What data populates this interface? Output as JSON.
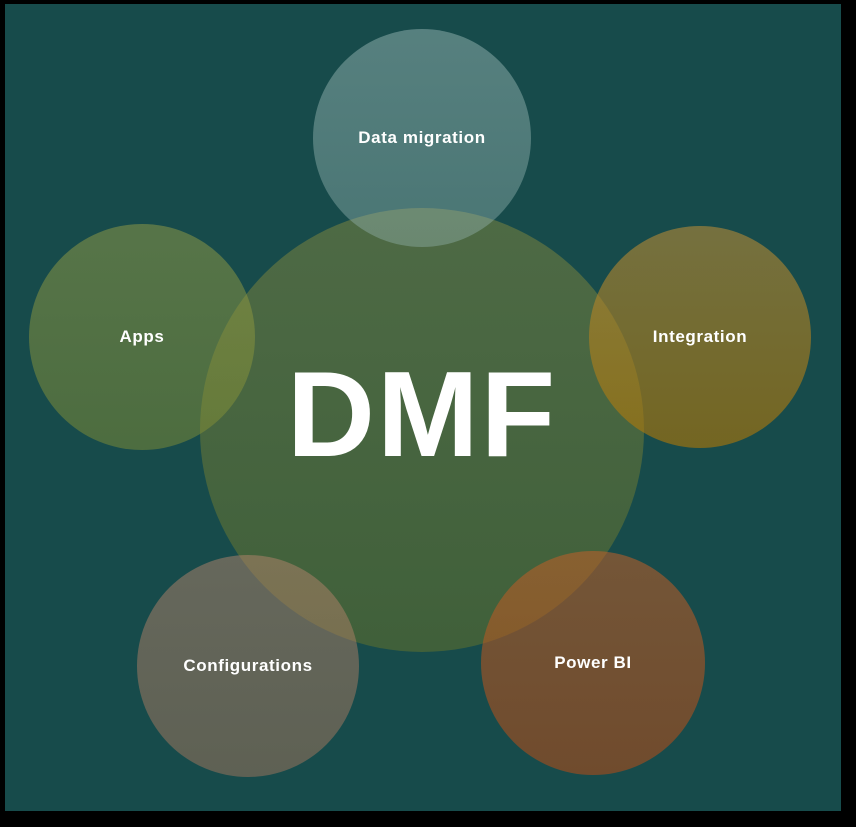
{
  "diagram": {
    "title": "DMF overview diagram",
    "frame_color": "#000000",
    "background_color": "#174b4b",
    "text_color": "#ffffff"
  },
  "circles": [
    {
      "id": "dmf-center",
      "label": "DMF",
      "fill_top": "#4e6a45",
      "fill_bottom": "#40603a"
    },
    {
      "id": "data-migration",
      "label": "Data migration",
      "fill_top": "rgba(168,196,193,0.44)",
      "fill_bottom": "rgba(150,182,178,0.40)"
    },
    {
      "id": "apps",
      "label": "Apps",
      "fill_top": "rgba(150,158,70,0.50)",
      "fill_bottom": "rgba(130,142,52,0.50)"
    },
    {
      "id": "integration",
      "label": "Integration",
      "fill_top": "rgba(185,140,55,0.58)",
      "fill_bottom": "rgba(172,118,8,0.62)"
    },
    {
      "id": "configurations",
      "label": "Configurations",
      "fill_top": "rgba(180,132,108,0.50)",
      "fill_bottom": "rgba(165,118,92,0.50)"
    },
    {
      "id": "power-bi",
      "label": "Power BI",
      "fill_top": "rgba(192,95,40,0.55)",
      "fill_bottom": "rgba(180,75,22,0.57)"
    }
  ]
}
